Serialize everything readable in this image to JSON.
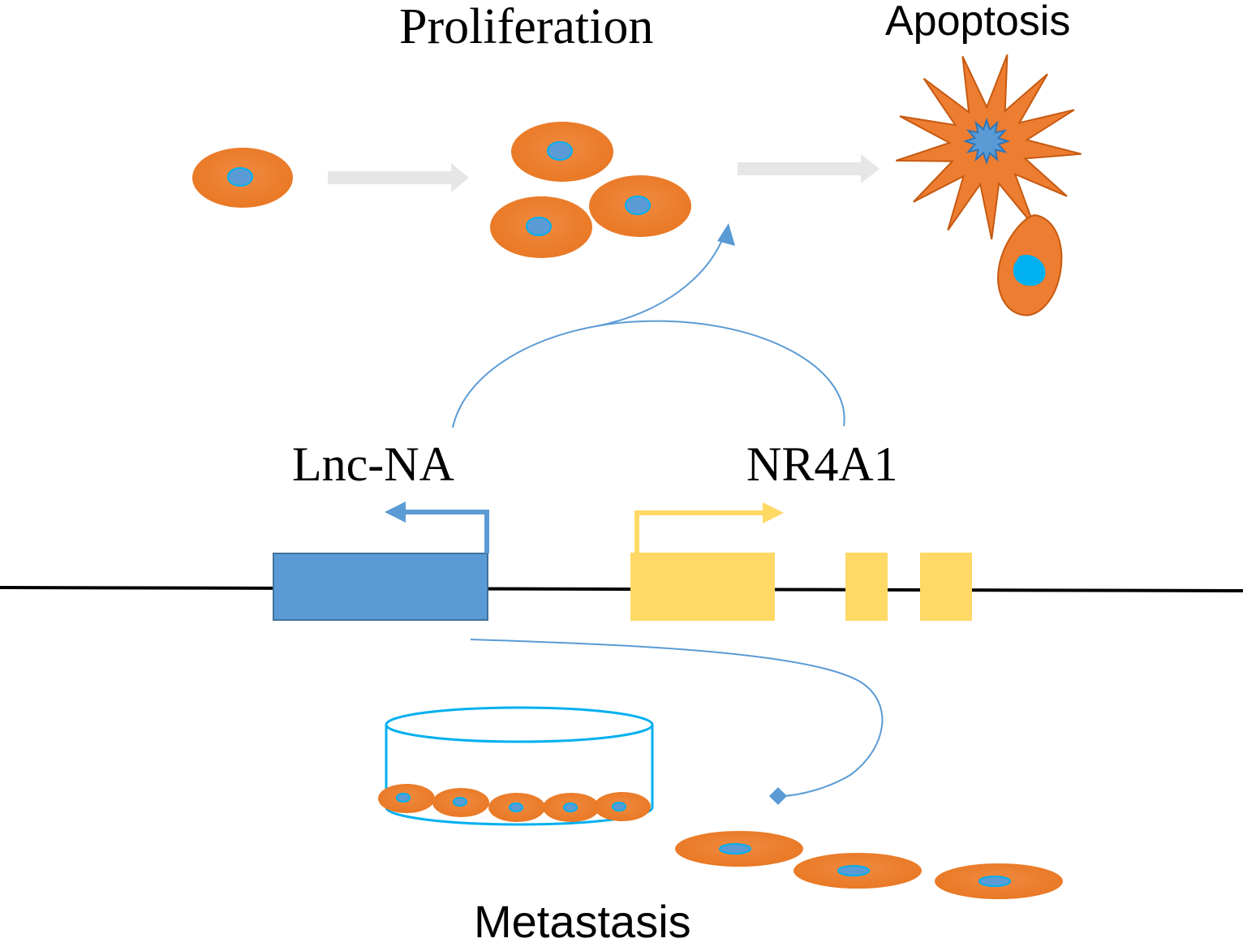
{
  "labels": {
    "proliferation": "Proliferation",
    "apoptosis": "Apoptosis",
    "lnc": "Lnc-NA",
    "nr4a1": "NR4A1",
    "metastasis": "Metastasis"
  },
  "colors": {
    "cell": "#ED7D31",
    "nucleus": "#5B9BD5",
    "nucleus_bright": "#00B0F0",
    "lnc_gene": "#5B9BD5",
    "nr4a1_gene": "#FFD966",
    "flow_arrow": "#E7E6E6",
    "regulation_line": "#5B9BD5",
    "dish": "#00B0F0",
    "dna": "#000000"
  }
}
